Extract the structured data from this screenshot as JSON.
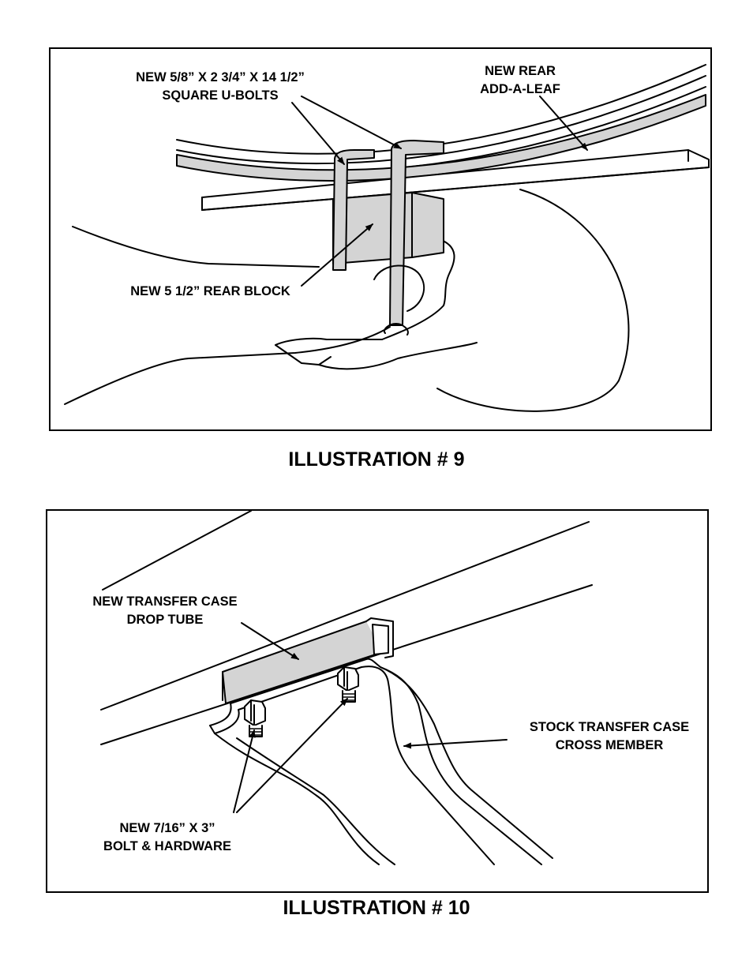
{
  "illustration_9": {
    "caption": "ILLUSTRATION # 9",
    "labels": {
      "u_bolts": [
        "NEW 5/8” X 2 3/4” X 14 1/2”",
        "SQUARE U-BOLTS"
      ],
      "add_a_leaf": [
        "NEW REAR",
        "ADD-A-LEAF"
      ],
      "rear_block": "NEW 5 1/2” REAR BLOCK"
    }
  },
  "illustration_10": {
    "caption": "ILLUSTRATION # 10",
    "labels": {
      "drop_tube": [
        "NEW TRANSFER CASE",
        "DROP TUBE"
      ],
      "cross_member": [
        "STOCK TRANSFER CASE",
        "CROSS MEMBER"
      ],
      "bolt_hardware": [
        "NEW 7/16” X 3”",
        "BOLT & HARDWARE"
      ]
    }
  },
  "colors": {
    "ink": "#000000",
    "fill_gray": "#d4d4d4",
    "paper": "#ffffff"
  }
}
